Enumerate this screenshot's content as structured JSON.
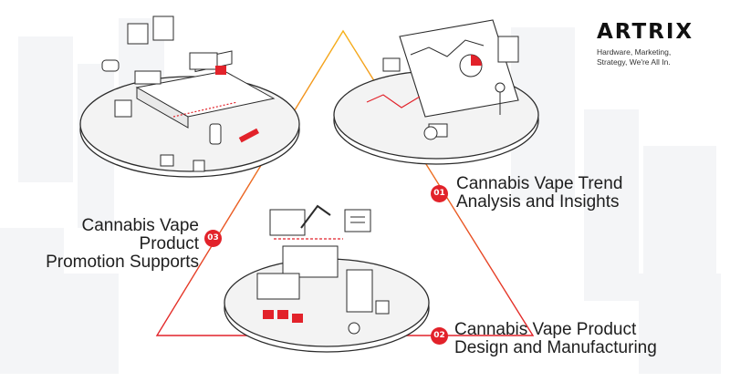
{
  "brand": {
    "name": "ARTRIX",
    "tagline": "Hardware, Marketing, Strategy, We're All In.",
    "accent_color": "#e2222a"
  },
  "steps": [
    {
      "number": "01",
      "title_line1": "Cannabis Vape Trend",
      "title_line2": "Analysis and Insights",
      "icon": "analytics-dashboard-icon"
    },
    {
      "number": "02",
      "title_line1": "Cannabis Vape Product",
      "title_line2": "Design and Manufacturing",
      "icon": "factory-line-icon"
    },
    {
      "number": "03",
      "title_line1": "Cannabis Vape Product",
      "title_line2": "Promotion Supports",
      "icon": "design-workspace-icon"
    }
  ],
  "colors": {
    "triangle_start": "#f6b21a",
    "triangle_end": "#e2222a",
    "platform_fill": "#f3f3f3",
    "line_art": "#2b2b2b"
  }
}
